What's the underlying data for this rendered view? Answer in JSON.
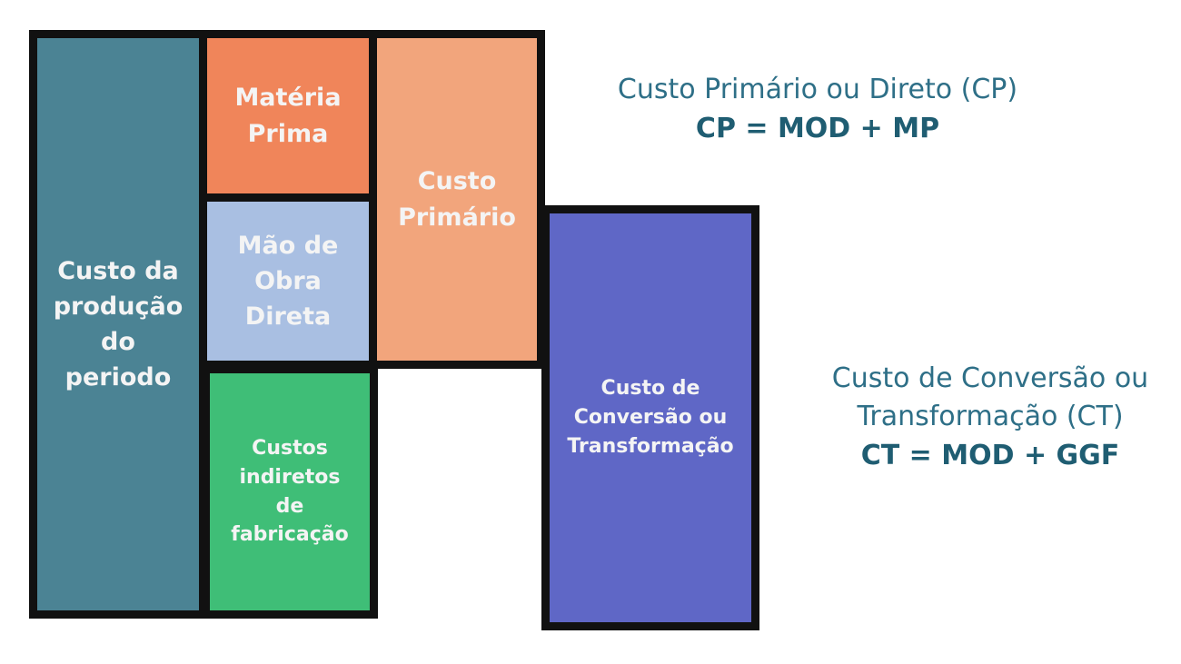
{
  "boxes": {
    "custo_producao": {
      "label": "Custo da\nprodução\ndo\nperiodo",
      "color": "#4b8394"
    },
    "materia_prima": {
      "label": "Matéria\nPrima",
      "color": "#f0855a"
    },
    "mao_obra": {
      "label": "Mão de\nObra\nDireta",
      "color": "#a9bfe2"
    },
    "cif": {
      "label": "Custos\nindiretos\nde\nfabricação",
      "color": "#3fbe77"
    },
    "custo_primario": {
      "label": "Custo\nPrimário",
      "color": "#f2a57c"
    },
    "conversao": {
      "label": "Custo de\nConversão ou\nTransformação",
      "color": "#5f67c6"
    }
  },
  "formulas": {
    "cp": {
      "title": "Custo Primário ou Direto (CP)",
      "equation": "CP = MOD + MP"
    },
    "ct": {
      "title_line1": "Custo de Conversão ou",
      "title_line2": "Transformação (CT)",
      "equation": "CT = MOD + GGF"
    }
  }
}
